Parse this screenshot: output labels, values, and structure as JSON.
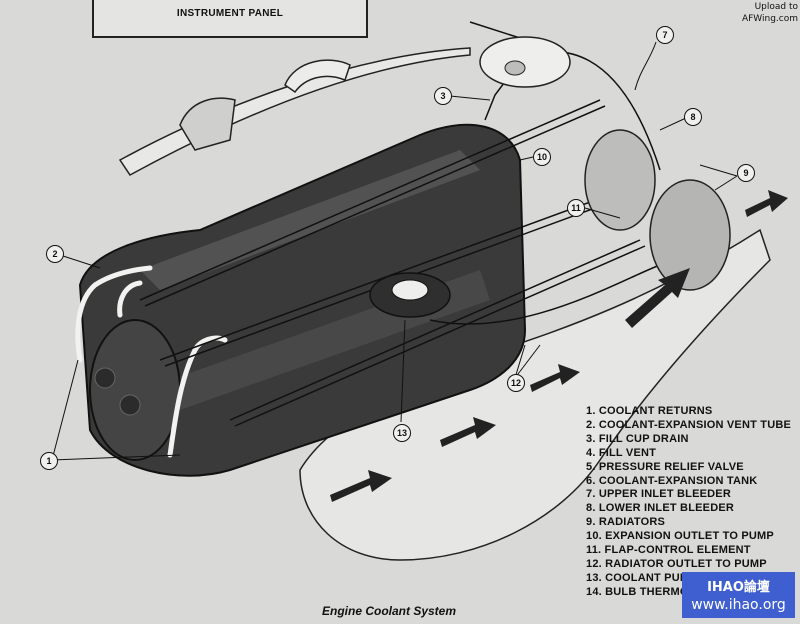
{
  "header": {
    "panel_label": "INSTRUMENT PANEL"
  },
  "upload_note": {
    "line1": "Upload to",
    "line2": "AFWing.com"
  },
  "legend": [
    "1. COOLANT RETURNS",
    "2. COOLANT-EXPANSION VENT TUBE",
    "3. FILL CUP DRAIN",
    "4. FILL VENT",
    "5. PRESSURE RELIEF VALVE",
    "6. COOLANT-EXPANSION TANK",
    "7. UPPER INLET BLEEDER",
    "8. LOWER INLET BLEEDER",
    "9. RADIATORS",
    "10. EXPANSION OUTLET TO PUMP",
    "11. FLAP-CONTROL ELEMENT",
    "12. RADIATOR OUTLET TO PUMP",
    "13. COOLANT PUMP",
    "14. BULB THERMO"
  ],
  "callouts": {
    "c1": "1",
    "c2": "2",
    "c3": "3",
    "c7": "7",
    "c8": "8",
    "c9": "9",
    "c10": "10",
    "c11": "11",
    "c12": "12",
    "c13": "13"
  },
  "caption": "Engine Coolant System",
  "watermark": {
    "line1": "IHAO論壇",
    "line2": "www.ihao.org"
  }
}
